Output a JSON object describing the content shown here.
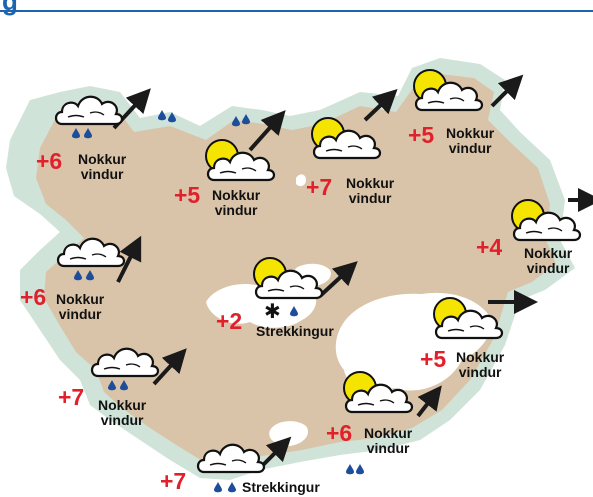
{
  "header": {
    "glyph": "g"
  },
  "colors": {
    "land": "#d9c4a9",
    "glacier": "#ffffff",
    "coast_shade": "#cfe3d8",
    "temperature": "#e0202a",
    "arrow": "#1a1a1a",
    "rain": "#1c4e9c",
    "sun": "#f5e400",
    "header_rule": "#1c64ae"
  },
  "stations": [
    {
      "id": "westfjords",
      "temp": "+6",
      "line1": "Nokkur",
      "line2": "vindur",
      "icon": "cloud-rain-icon"
    },
    {
      "id": "northwest",
      "temp": "+5",
      "line1": "Nokkur",
      "line2": "vindur",
      "icon": "sun-cloud-icon"
    },
    {
      "id": "north",
      "temp": "+7",
      "line1": "Nokkur",
      "line2": "vindur",
      "icon": "sun-cloud-icon"
    },
    {
      "id": "northeast",
      "temp": "+5",
      "line1": "Nokkur",
      "line2": "vindur",
      "icon": "sun-cloud-icon"
    },
    {
      "id": "east",
      "temp": "+4",
      "line1": "Nokkur",
      "line2": "vindur",
      "icon": "sun-cloud-icon"
    },
    {
      "id": "west",
      "temp": "+6",
      "line1": "Nokkur",
      "line2": "vindur",
      "icon": "cloud-rain-icon"
    },
    {
      "id": "highlands",
      "temp": "+2",
      "line1": "Strekkingur",
      "line2": "",
      "icon": "sun-cloud-snow-icon"
    },
    {
      "id": "southeast",
      "temp": "+5",
      "line1": "Nokkur",
      "line2": "vindur",
      "icon": "sun-cloud-icon"
    },
    {
      "id": "southwest",
      "temp": "+7",
      "line1": "Nokkur",
      "line2": "vindur",
      "icon": "cloud-rain-icon"
    },
    {
      "id": "south",
      "temp": "+6",
      "line1": "Nokkur",
      "line2": "vindur",
      "icon": "sun-cloud-icon"
    },
    {
      "id": "southcoast",
      "temp": "+7",
      "line1": "Strekkingur",
      "line2": "",
      "icon": "cloud-rain-icon"
    }
  ]
}
